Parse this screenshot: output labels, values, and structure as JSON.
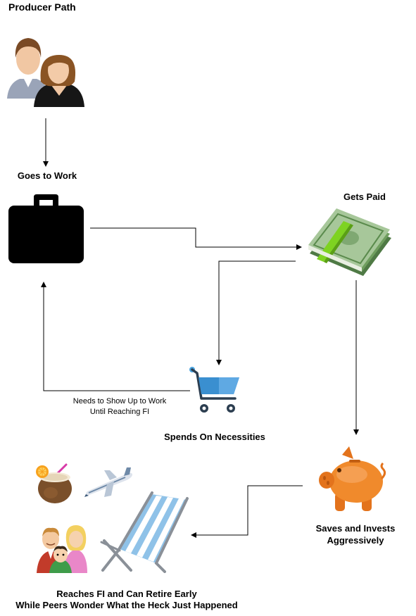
{
  "title": "Producer Path",
  "nodes": {
    "work": "Goes to Work",
    "paid": "Gets Paid",
    "spend": "Spends On Necessities",
    "save_line1": "Saves and Invests",
    "save_line2": "Aggressively",
    "retire_line1": "Reaches FI and Can Retire Early",
    "retire_line2": "While Peers Wonder What the Heck Just Happened"
  },
  "edge_labels": {
    "loop_line1": "Needs to Show Up to Work",
    "loop_line2": "Until Reaching FI"
  },
  "icons": {
    "people": "people-icon",
    "briefcase": "briefcase-icon",
    "money": "money-stack-icon",
    "cart": "shopping-cart-icon",
    "piggy": "piggy-bank-icon",
    "coconut": "coconut-drink-icon",
    "plane": "airplane-icon",
    "family": "family-icon",
    "chair": "beach-chair-icon"
  },
  "colors": {
    "cart_blue": "#3a8fd0",
    "piggy_orange": "#f08a2c",
    "money_green": "#6fa05a",
    "band_green": "#7ed321"
  }
}
